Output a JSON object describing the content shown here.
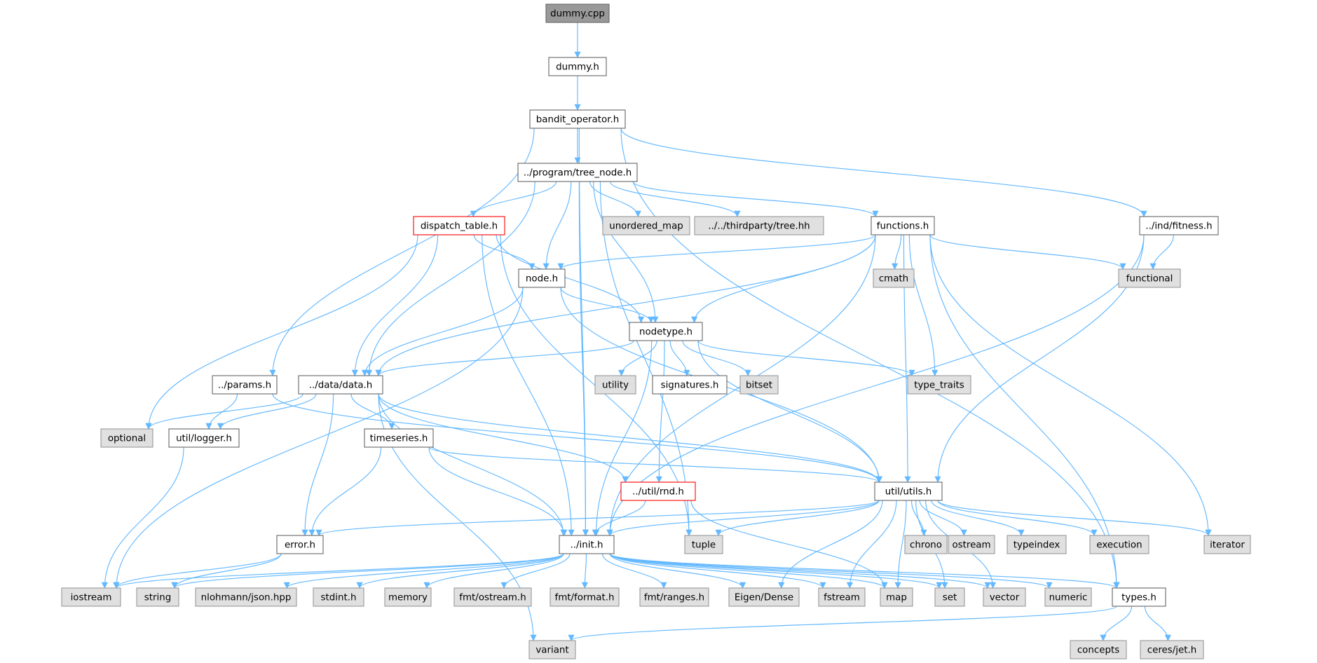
{
  "diagram": {
    "kind": "include-dependency-graph",
    "colors": {
      "edge": "#63b8ff",
      "root_fill": "#999999",
      "local_border": "#666666",
      "red_border": "#ff0000",
      "system_fill": "#e0e0e0",
      "system_border": "#999999"
    },
    "nodes": [
      {
        "id": "dummy_cpp",
        "label": "dummy.cpp",
        "style": "root"
      },
      {
        "id": "dummy_h",
        "label": "dummy.h",
        "style": "local"
      },
      {
        "id": "bandit_operator_h",
        "label": "bandit_operator.h",
        "style": "local"
      },
      {
        "id": "tree_node_h",
        "label": "../program/tree_node.h",
        "style": "local"
      },
      {
        "id": "dispatch_table_h",
        "label": "dispatch_table.h",
        "style": "red"
      },
      {
        "id": "unordered_map",
        "label": "unordered_map",
        "style": "system"
      },
      {
        "id": "tree_hh",
        "label": "../../thirdparty/tree.hh",
        "style": "system"
      },
      {
        "id": "functions_h",
        "label": "functions.h",
        "style": "local"
      },
      {
        "id": "fitness_h",
        "label": "../ind/fitness.h",
        "style": "local"
      },
      {
        "id": "node_h",
        "label": "node.h",
        "style": "local"
      },
      {
        "id": "cmath",
        "label": "cmath",
        "style": "system"
      },
      {
        "id": "functional",
        "label": "functional",
        "style": "system"
      },
      {
        "id": "nodetype_h",
        "label": "nodetype.h",
        "style": "local"
      },
      {
        "id": "params_h",
        "label": "../params.h",
        "style": "local"
      },
      {
        "id": "data_h",
        "label": "../data/data.h",
        "style": "local"
      },
      {
        "id": "utility",
        "label": "utility",
        "style": "system"
      },
      {
        "id": "signatures_h",
        "label": "signatures.h",
        "style": "local"
      },
      {
        "id": "bitset",
        "label": "bitset",
        "style": "system"
      },
      {
        "id": "type_traits",
        "label": "type_traits",
        "style": "system"
      },
      {
        "id": "optional",
        "label": "optional",
        "style": "system"
      },
      {
        "id": "logger_h",
        "label": "util/logger.h",
        "style": "local"
      },
      {
        "id": "timeseries_h",
        "label": "timeseries.h",
        "style": "local"
      },
      {
        "id": "rnd_h",
        "label": "../util/rnd.h",
        "style": "red"
      },
      {
        "id": "utils_h",
        "label": "util/utils.h",
        "style": "local"
      },
      {
        "id": "error_h",
        "label": "error.h",
        "style": "local"
      },
      {
        "id": "init_h",
        "label": "../init.h",
        "style": "local"
      },
      {
        "id": "tuple",
        "label": "tuple",
        "style": "system"
      },
      {
        "id": "chrono",
        "label": "chrono",
        "style": "system"
      },
      {
        "id": "ostream",
        "label": "ostream",
        "style": "system"
      },
      {
        "id": "typeindex",
        "label": "typeindex",
        "style": "system"
      },
      {
        "id": "execution",
        "label": "execution",
        "style": "system"
      },
      {
        "id": "iterator",
        "label": "iterator",
        "style": "system"
      },
      {
        "id": "iostream",
        "label": "iostream",
        "style": "system"
      },
      {
        "id": "string",
        "label": "string",
        "style": "system"
      },
      {
        "id": "json_hpp",
        "label": "nlohmann/json.hpp",
        "style": "system"
      },
      {
        "id": "stdint_h",
        "label": "stdint.h",
        "style": "system"
      },
      {
        "id": "memory",
        "label": "memory",
        "style": "system"
      },
      {
        "id": "fmt_ostream_h",
        "label": "fmt/ostream.h",
        "style": "system"
      },
      {
        "id": "fmt_format_h",
        "label": "fmt/format.h",
        "style": "system"
      },
      {
        "id": "fmt_ranges_h",
        "label": "fmt/ranges.h",
        "style": "system"
      },
      {
        "id": "eigen_dense",
        "label": "Eigen/Dense",
        "style": "system"
      },
      {
        "id": "fstream",
        "label": "fstream",
        "style": "system"
      },
      {
        "id": "map",
        "label": "map",
        "style": "system"
      },
      {
        "id": "set",
        "label": "set",
        "style": "system"
      },
      {
        "id": "vector",
        "label": "vector",
        "style": "system"
      },
      {
        "id": "numeric",
        "label": "numeric",
        "style": "system"
      },
      {
        "id": "types_h",
        "label": "types.h",
        "style": "local"
      },
      {
        "id": "variant",
        "label": "variant",
        "style": "system"
      },
      {
        "id": "concepts",
        "label": "concepts",
        "style": "system"
      },
      {
        "id": "jet_h",
        "label": "ceres/jet.h",
        "style": "system"
      }
    ],
    "edges": [
      [
        "dummy_cpp",
        "dummy_h"
      ],
      [
        "dummy_h",
        "bandit_operator_h"
      ],
      [
        "bandit_operator_h",
        "tree_node_h"
      ],
      [
        "bandit_operator_h",
        "params_h"
      ],
      [
        "bandit_operator_h",
        "fitness_h"
      ],
      [
        "bandit_operator_h",
        "init_h"
      ],
      [
        "bandit_operator_h",
        "types_h"
      ],
      [
        "tree_node_h",
        "dispatch_table_h"
      ],
      [
        "tree_node_h",
        "unordered_map"
      ],
      [
        "tree_node_h",
        "tree_hh"
      ],
      [
        "tree_node_h",
        "functions_h"
      ],
      [
        "tree_node_h",
        "node_h"
      ],
      [
        "tree_node_h",
        "nodetype_h"
      ],
      [
        "tree_node_h",
        "data_h"
      ],
      [
        "tree_node_h",
        "init_h"
      ],
      [
        "tree_node_h",
        "tuple"
      ],
      [
        "dispatch_table_h",
        "node_h"
      ],
      [
        "dispatch_table_h",
        "nodetype_h"
      ],
      [
        "dispatch_table_h",
        "data_h"
      ],
      [
        "dispatch_table_h",
        "optional"
      ],
      [
        "dispatch_table_h",
        "init_h"
      ],
      [
        "dispatch_table_h",
        "tuple"
      ],
      [
        "functions_h",
        "node_h"
      ],
      [
        "functions_h",
        "cmath"
      ],
      [
        "functions_h",
        "functional"
      ],
      [
        "functions_h",
        "nodetype_h"
      ],
      [
        "functions_h",
        "data_h"
      ],
      [
        "functions_h",
        "type_traits"
      ],
      [
        "functions_h",
        "utils_h"
      ],
      [
        "functions_h",
        "init_h"
      ],
      [
        "functions_h",
        "iterator"
      ],
      [
        "functions_h",
        "types_h"
      ],
      [
        "fitness_h",
        "functional"
      ],
      [
        "fitness_h",
        "init_h"
      ],
      [
        "fitness_h",
        "utils_h"
      ],
      [
        "node_h",
        "nodetype_h"
      ],
      [
        "node_h",
        "data_h"
      ],
      [
        "node_h",
        "utils_h"
      ],
      [
        "node_h",
        "iostream"
      ],
      [
        "nodetype_h",
        "data_h"
      ],
      [
        "nodetype_h",
        "utility"
      ],
      [
        "nodetype_h",
        "signatures_h"
      ],
      [
        "nodetype_h",
        "bitset"
      ],
      [
        "nodetype_h",
        "type_traits"
      ],
      [
        "nodetype_h",
        "utils_h"
      ],
      [
        "nodetype_h",
        "rnd_h"
      ],
      [
        "nodetype_h",
        "init_h"
      ],
      [
        "params_h",
        "logger_h"
      ],
      [
        "params_h",
        "utils_h"
      ],
      [
        "data_h",
        "optional"
      ],
      [
        "data_h",
        "logger_h"
      ],
      [
        "data_h",
        "timeseries_h"
      ],
      [
        "data_h",
        "rnd_h"
      ],
      [
        "data_h",
        "utils_h"
      ],
      [
        "data_h",
        "error_h"
      ],
      [
        "data_h",
        "init_h"
      ],
      [
        "data_h",
        "variant"
      ],
      [
        "logger_h",
        "iostream"
      ],
      [
        "timeseries_h",
        "utils_h"
      ],
      [
        "timeseries_h",
        "error_h"
      ],
      [
        "timeseries_h",
        "init_h"
      ],
      [
        "rnd_h",
        "init_h"
      ],
      [
        "rnd_h",
        "map"
      ],
      [
        "utils_h",
        "error_h"
      ],
      [
        "utils_h",
        "init_h"
      ],
      [
        "utils_h",
        "tuple"
      ],
      [
        "utils_h",
        "chrono"
      ],
      [
        "utils_h",
        "ostream"
      ],
      [
        "utils_h",
        "typeindex"
      ],
      [
        "utils_h",
        "execution"
      ],
      [
        "utils_h",
        "iterator"
      ],
      [
        "utils_h",
        "eigen_dense"
      ],
      [
        "utils_h",
        "fstream"
      ],
      [
        "utils_h",
        "map"
      ],
      [
        "utils_h",
        "set"
      ],
      [
        "utils_h",
        "vector"
      ],
      [
        "error_h",
        "iostream"
      ],
      [
        "error_h",
        "string"
      ],
      [
        "init_h",
        "iostream"
      ],
      [
        "init_h",
        "string"
      ],
      [
        "init_h",
        "json_hpp"
      ],
      [
        "init_h",
        "stdint_h"
      ],
      [
        "init_h",
        "memory"
      ],
      [
        "init_h",
        "fmt_ostream_h"
      ],
      [
        "init_h",
        "fmt_format_h"
      ],
      [
        "init_h",
        "fmt_ranges_h"
      ],
      [
        "init_h",
        "eigen_dense"
      ],
      [
        "init_h",
        "fstream"
      ],
      [
        "init_h",
        "map"
      ],
      [
        "init_h",
        "set"
      ],
      [
        "init_h",
        "vector"
      ],
      [
        "init_h",
        "numeric"
      ],
      [
        "init_h",
        "types_h"
      ],
      [
        "types_h",
        "variant"
      ],
      [
        "types_h",
        "concepts"
      ],
      [
        "types_h",
        "jet_h"
      ]
    ]
  }
}
